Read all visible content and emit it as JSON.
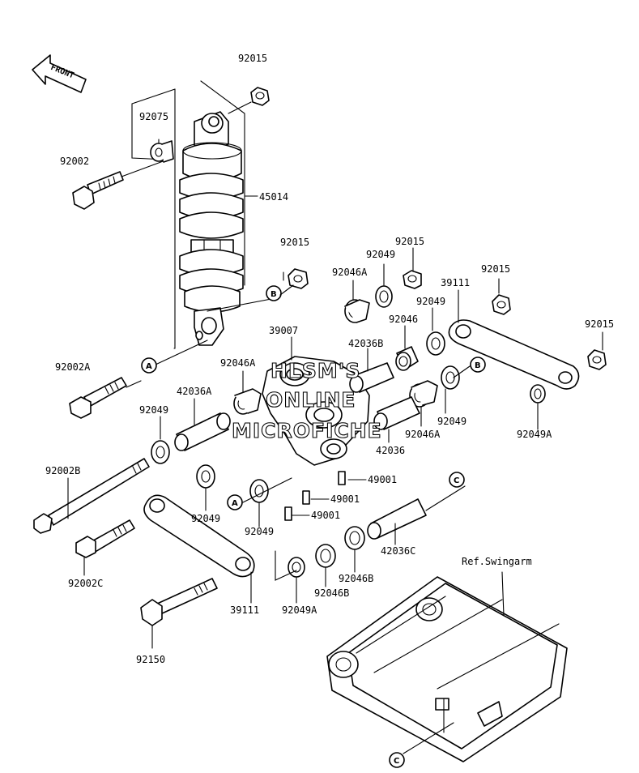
{
  "front_arrow": {
    "label": "FRONT"
  },
  "watermark": {
    "lines": [
      "HLSM'S",
      "ONLINE",
      "MICROFICHE"
    ]
  },
  "reference": {
    "label": "Ref.Swingarm"
  },
  "callouts": {
    "a": "A",
    "b": "B",
    "c": "C"
  },
  "labels": {
    "p92015_top": "92015",
    "p92075": "92075",
    "p92002": "92002",
    "p45014": "45014",
    "p92015_mid": "92015",
    "p92046A_a": "92046A",
    "p92049_a": "92049",
    "p92015_b": "92015",
    "p92015_c": "92015",
    "p39111_top": "39111",
    "p92049_b": "92049",
    "p92015_d": "92015",
    "p39007": "39007",
    "p42036B": "42036B",
    "p92046": "92046",
    "p92002A": "92002A",
    "p92046A_b": "92046A",
    "p42036A": "42036A",
    "p92049_c": "92049",
    "p92049_d": "92049",
    "p92046A_c": "92046A",
    "p42036": "42036",
    "p92049A_right": "92049A",
    "p92002B": "92002B",
    "p49001_a": "49001",
    "p49001_b": "49001",
    "p49001_c": "49001",
    "p92049_e": "92049",
    "p92049_f": "92049",
    "p42036C": "42036C",
    "p92002C": "92002C",
    "p92046B_a": "92046B",
    "p92046B_b": "92046B",
    "p39111_bottom": "39111",
    "p92049A_bottom": "92049A",
    "p92150": "92150"
  }
}
